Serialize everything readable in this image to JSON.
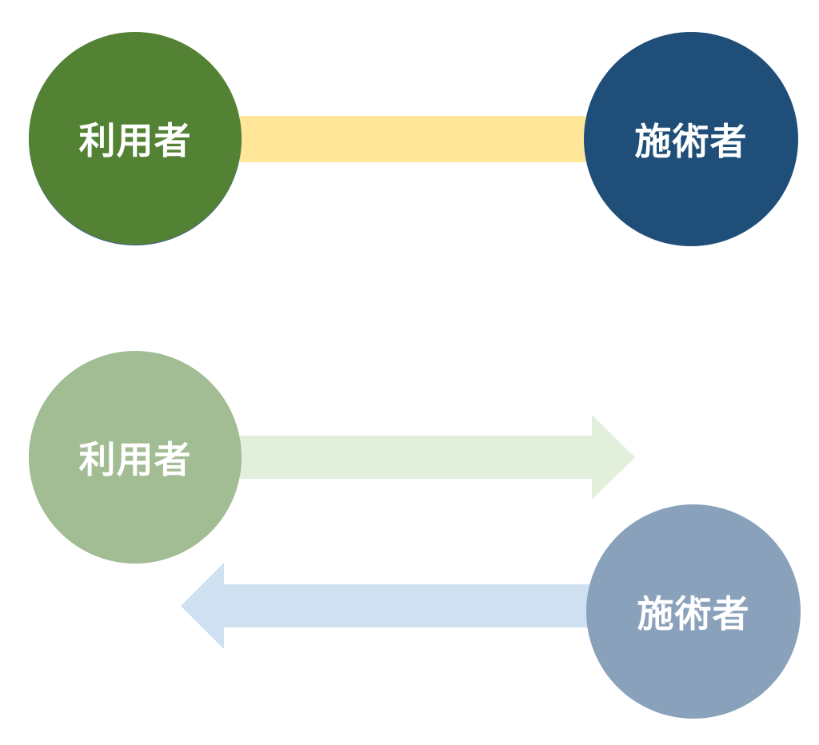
{
  "diagram": {
    "top": {
      "user_label": "利用者",
      "provider_label": "施術者",
      "connector": "bar"
    },
    "bottom": {
      "user_label": "利用者",
      "provider_label": "施術者",
      "arrow_user_to_provider": "right",
      "arrow_provider_to_user": "left"
    }
  },
  "colors": {
    "user_dark": "#548235",
    "provider_dark": "#1f4e79",
    "connector_bar": "#ffe699",
    "user_light": "#a2bc93",
    "provider_light": "#8aa1bb",
    "arrow_right": "#e2efda",
    "arrow_left": "#cfe0f1"
  }
}
